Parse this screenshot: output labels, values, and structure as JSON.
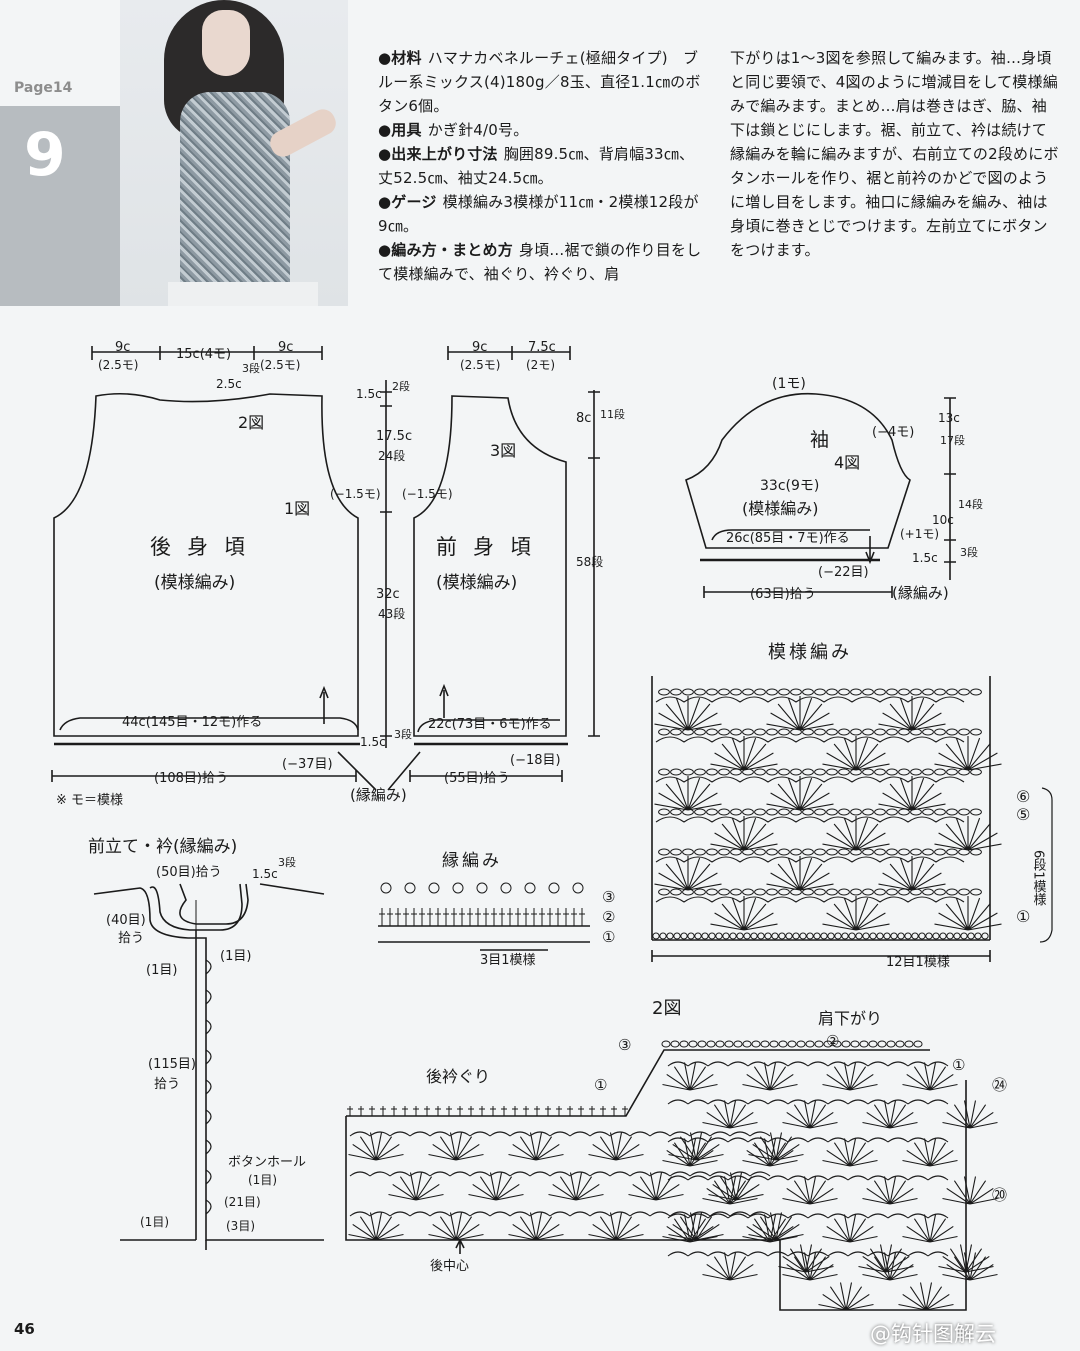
{
  "header": {
    "page_label": "Page14",
    "pattern_number": "9",
    "page_number": "46",
    "watermark": "@钩针图解云"
  },
  "instructions": {
    "col1": [
      {
        "head": "●材料",
        "text": "ハマナカベネルーチェ(極細タイプ)　ブルー系ミックス(4)180g／8玉、直径1.1㎝のボタン6個。"
      },
      {
        "head": "●用具",
        "text": "かぎ針4/0号。"
      },
      {
        "head": "●出来上がり寸法",
        "text": "胸囲89.5㎝、背肩幅33㎝、丈52.5㎝、袖丈24.5㎝。"
      },
      {
        "head": "●ゲージ",
        "text": "模様編み3模様が11㎝・2模様12段が9㎝。"
      },
      {
        "head": "●編み方・まとめ方",
        "text": "身頃…裾で鎖の作り目をして模様編みで、袖ぐり、衿ぐり、肩"
      }
    ],
    "col2": "下がりは1～3図を参照して編みます。袖…身頃と同じ要領で、4図のように増減目をして模様編みで編みます。まとめ…肩は巻きはぎ、脇、袖下は鎖とじにします。裾、前立て、衿は続けて縁編みを輪に編みますが、右前立ての2段めにボタンホールを作り、裾と前衿のかどで図のように増し目をします。袖口に縁編みを編み、袖は身頃に巻きとじでつけます。左前立てにボタンをつけます。"
  },
  "back_body": {
    "title": "後身頃",
    "subtitle": "(模様編み)",
    "fig2": "2図",
    "fig1": "1図",
    "w_left": "9c",
    "w_left2": "(2.5モ)",
    "w_mid": "15c(4モ)",
    "w_right": "9c",
    "w_right2": "(2.5モ)",
    "neck": "2.5c",
    "neck_rows": "3段",
    "armhole_dec": "(−1.5モ)",
    "base": "44c(145目・12モ)作る",
    "edge_dec": "(−37目)",
    "pickup": "(108目)拾う",
    "note": "※ モ＝模様"
  },
  "center_dims": {
    "d1": "1.5c",
    "d1r": "2段",
    "d2": "17.5c",
    "d2r": "24段",
    "d3": "32c",
    "d3r": "43段",
    "d4": "1.5c",
    "d4r": "3段"
  },
  "front_body": {
    "title": "前身頃",
    "subtitle": "(模様編み)",
    "fig3": "3図",
    "w_left": "9c",
    "w_left2": "(2.5モ)",
    "w_right": "7.5c",
    "w_right2": "(2モ)",
    "armhole_dec": "(−1.5モ)",
    "neck_depth": "8c",
    "neck_rows": "11段",
    "total_rows": "58段",
    "base": "22c(73目・6モ)作る",
    "edge_dec": "(−18目)",
    "pickup": "(55目)拾う",
    "edging": "(縁編み)"
  },
  "sleeve": {
    "title": "袖",
    "fig4": "4図",
    "top": "(1モ)",
    "cap_dec": "(−4モ)",
    "width": "33c(9モ)",
    "subtitle": "(模様編み)",
    "base": "26c(85目・7モ)作る",
    "inc": "(+1モ)",
    "edge_dec": "(−22目)",
    "pickup": "(63目)拾う",
    "edging": "(縁編み)",
    "h1": "13c",
    "h1r": "17段",
    "h2": "10c",
    "h2r": "14段",
    "h3": "1.5c",
    "h3r": "3段"
  },
  "front_band": {
    "title": "前立て・衿(縁編み)",
    "neck_pick": "(50目)拾う",
    "rows": "1.5c",
    "rows2": "3段",
    "corner_pick": "(40目)",
    "corner_pick2": "拾う",
    "one_st": "(1目)",
    "one_st_r": "(1目)",
    "long_pick": "(115目)",
    "long_pick2": "拾う",
    "buttonhole": "ボタンホール",
    "buttonhole2": "(1目)",
    "st21": "(21目)",
    "st1b": "(1目)",
    "st3": "(3目)"
  },
  "pattern_chart": {
    "title": "模様編み",
    "r6": "⑥",
    "r5": "⑤",
    "r1": "①",
    "repeat": "6段1模様",
    "bottom": "12目1模様"
  },
  "edging_chart": {
    "title": "縁編み",
    "r3": "③",
    "r2": "②",
    "r1": "①",
    "bottom": "3目1模様"
  },
  "chart2": {
    "title": "2図",
    "shoulder": "肩下がり",
    "neck": "後衿ぐり",
    "center": "後中心",
    "r3": "③",
    "r2": "②",
    "r1a": "①",
    "r1b": "①",
    "r24": "㉔",
    "r20": "⑳"
  }
}
